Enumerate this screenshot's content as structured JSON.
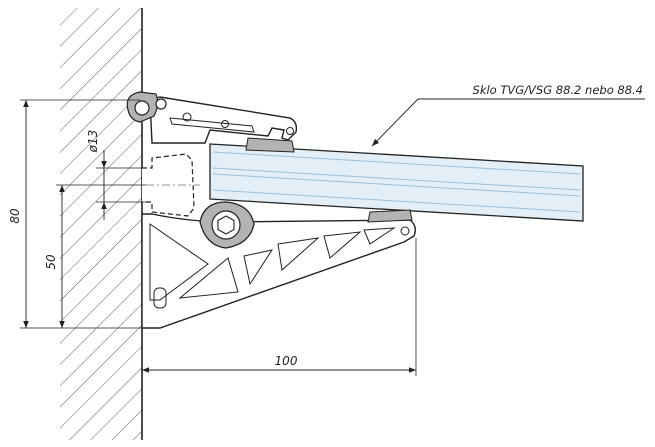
{
  "annotation": {
    "glass_label": "Sklo TVG/VSG 88.2 nebo 88.4"
  },
  "dimensions": {
    "total_height": "80",
    "lower_height": "50",
    "diameter": "ø13",
    "depth": "100"
  },
  "colors": {
    "line": "#222222",
    "glass_fill": "#e4eef7",
    "glass_edge": "#9bbfd9",
    "gasket": "#b3b3b3",
    "hatch": "#333333"
  }
}
